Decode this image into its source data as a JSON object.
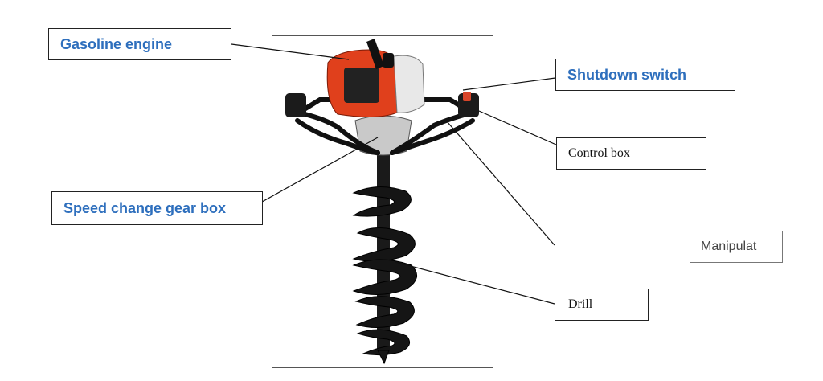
{
  "labels": {
    "gasoline_engine": "Gasoline engine",
    "shutdown_switch": "Shutdown switch",
    "control_box": "Control box",
    "speed_change_gear_box": "Speed change gear box",
    "manipulator": "Manipulat",
    "drill": "Drill"
  },
  "colors": {
    "label_blue": "#2e6fbd",
    "engine_orange": "#e0401c",
    "frame_black": "#111111"
  }
}
